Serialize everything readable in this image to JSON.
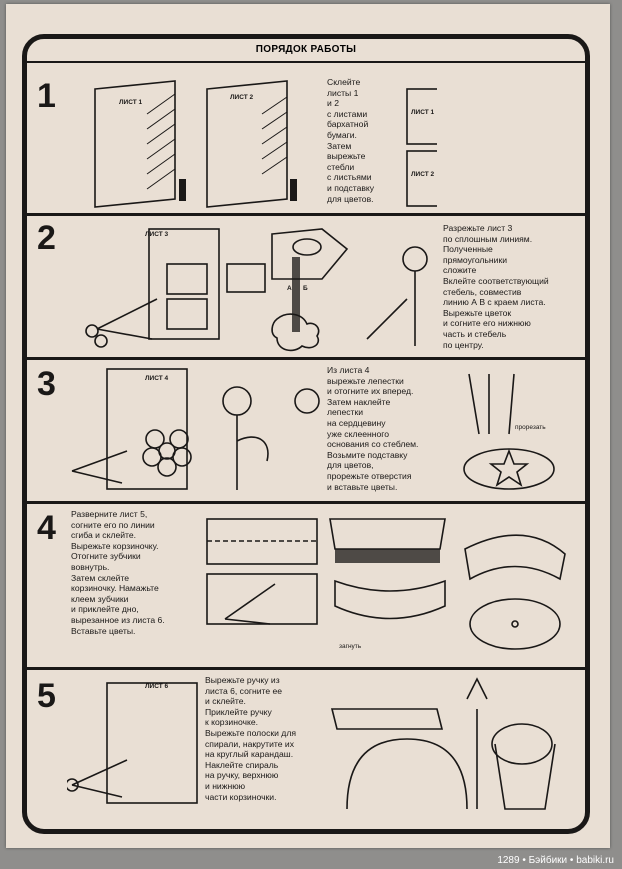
{
  "header": {
    "title": "ПОРЯДОК РАБОТЫ"
  },
  "steps": [
    {
      "number": "1",
      "text": "Склейте\nлисты 1\nи 2\nс листами\nбархатной\nбумаги.\nЗатем\nвырежьте\nстебли\nс листьями\nи подставку\nдля цветов.",
      "labels": [
        "ЛИСТ 1",
        "ЛИСТ 2",
        "ЛИСТ 1",
        "ЛИСТ 2"
      ]
    },
    {
      "number": "2",
      "text": "Разрежьте лист 3\nпо сплошным линиям.\nПолученные\nпрямоугольники\nсложите\nВклейте соответствующий\nстебель, совместив\nлинию А В с краем листа.\nВырежьте цветок\nи согните его нижнюю\nчасть и стебель\nпо центру.",
      "labels": [
        "ЛИСТ 3",
        "А",
        "Б"
      ]
    },
    {
      "number": "3",
      "text": "Из листа 4\nвырежьте лепестки\nи отогните их вперед.\nЗатем наклейте\nлепестки\nна сердцевину\nуже склеенного\nоснования со стеблем.\nВозьмите подставку\nдля цветов,\nпрорежьте отверстия\nи вставьте цветы.",
      "labels": [
        "ЛИСТ 4",
        "прорезать"
      ]
    },
    {
      "number": "4",
      "text": "Разверните лист 5,\nсогните его по линии\nсгиба и склейте.\nВырежьте корзиночку.\nОтогните зубчики\nвовнутрь.\nЗатем склейте\nкорзиночку. Намажьте\nклеем зубчики\nи приклейте дно,\nвырезанное из листа 6.\nВставьте цветы.",
      "labels": [
        "загнуть"
      ]
    },
    {
      "number": "5",
      "text": "Вырежьте ручку из\nлиста 6, согните ее\nи склейте.\nПриклейте ручку\nк корзиночке.\nВырежьте полоски для\nспирали, накрутите их\nна круглый карандаш.\nНаклейте спираль\nна ручку, верхнюю\nи нижнюю\nчасти корзиночки.",
      "labels": [
        "ЛИСТ 6"
      ]
    }
  ],
  "watermark": "1289 • Бэйбики • babiki.ru"
}
